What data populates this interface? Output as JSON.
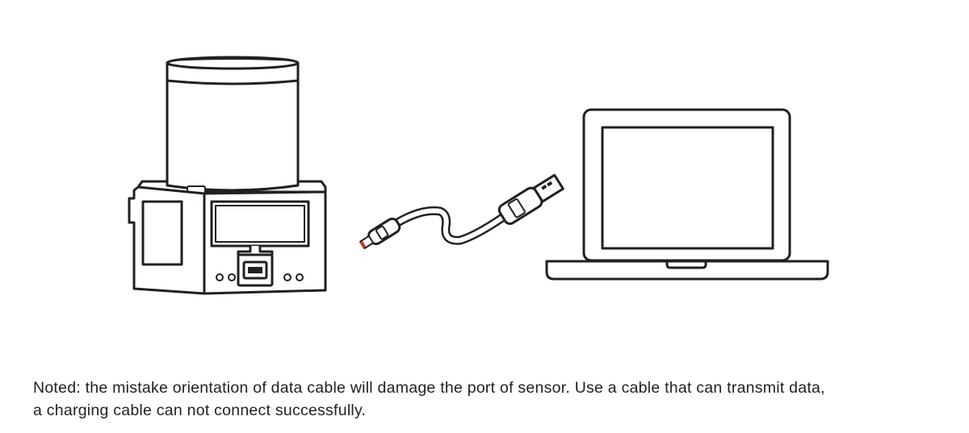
{
  "note": {
    "line1": "Noted: the mistake orientation of data cable will damage the port of sensor. Use a cable that can transmit data,",
    "line2": "a charging cable can not connect successfully."
  },
  "illustration": {
    "items": [
      "sensor",
      "usb-cable",
      "laptop"
    ],
    "line_color": "#231f20",
    "connector_tip_color": "#d0342c"
  }
}
